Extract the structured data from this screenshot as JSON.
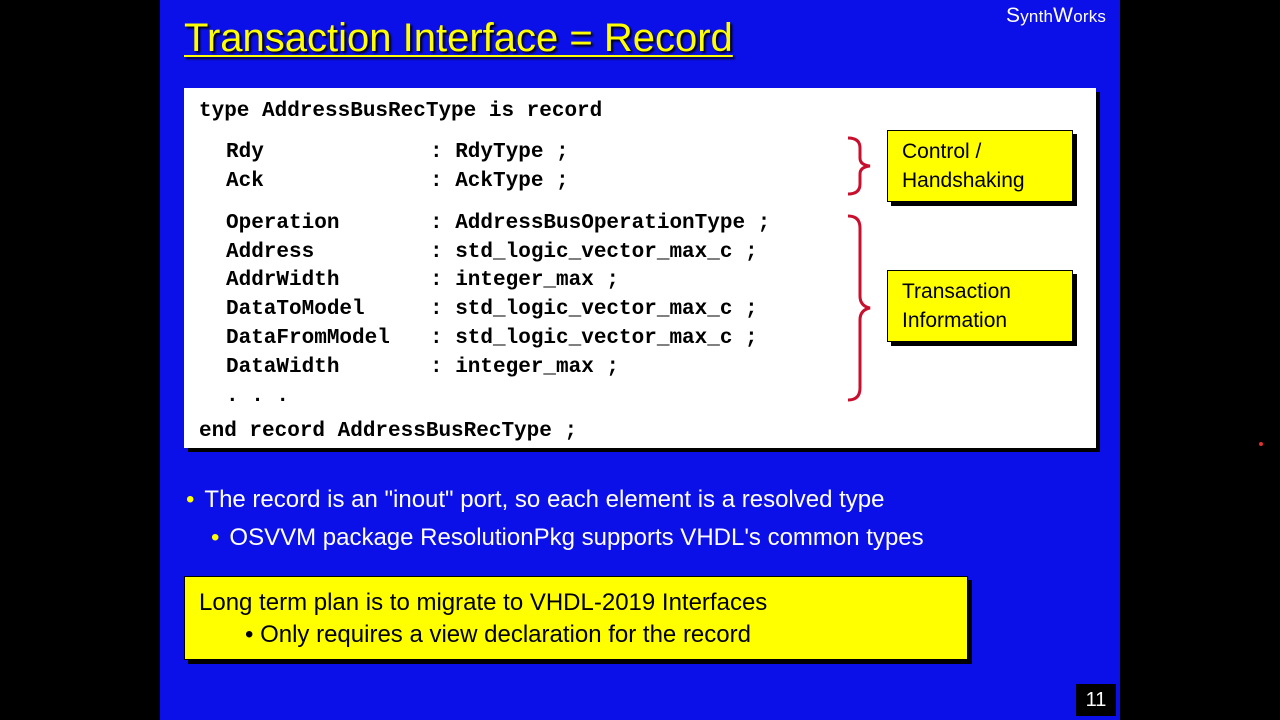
{
  "slide": {
    "logo": {
      "s": "S",
      "ynth": "ynth",
      "w": "W",
      "orks": "orks"
    },
    "title": "Transaction Interface = Record",
    "code": {
      "header": "type AddressBusRecType is record",
      "fields": [
        {
          "name": "Rdy",
          "type": ": RdyType ;"
        },
        {
          "name": "Ack",
          "type": ": AckType ;"
        },
        {
          "name": "Operation",
          "type": ": AddressBusOperationType ;"
        },
        {
          "name": "Address",
          "type": ": std_logic_vector_max_c ;"
        },
        {
          "name": "AddrWidth",
          "type": ": integer_max ;"
        },
        {
          "name": "DataToModel",
          "type": ": std_logic_vector_max_c ;"
        },
        {
          "name": "DataFromModel",
          "type": ": std_logic_vector_max_c ;"
        },
        {
          "name": "DataWidth",
          "type": ": integer_max ;"
        }
      ],
      "ellipsis": ". . .",
      "footer": "end record AddressBusRecType ;"
    },
    "callouts": {
      "control": {
        "line1": "Control /",
        "line2": "Handshaking"
      },
      "transaction": {
        "line1": "Transaction",
        "line2": "Information"
      }
    },
    "bullets": {
      "main": "The record is an \"inout\" port, so each element is a resolved type",
      "sub": "OSVVM package ResolutionPkg supports VHDL's common types",
      "marker": "•"
    },
    "note": {
      "line1": "Long term plan is to migrate to VHDL-2019 Interfaces",
      "line2": "• Only requires a view declaration for the record"
    },
    "page_number": "11",
    "colors": {
      "background": "#0B10E8",
      "accent": "#FFFF00",
      "brace": "#C8102E"
    }
  }
}
